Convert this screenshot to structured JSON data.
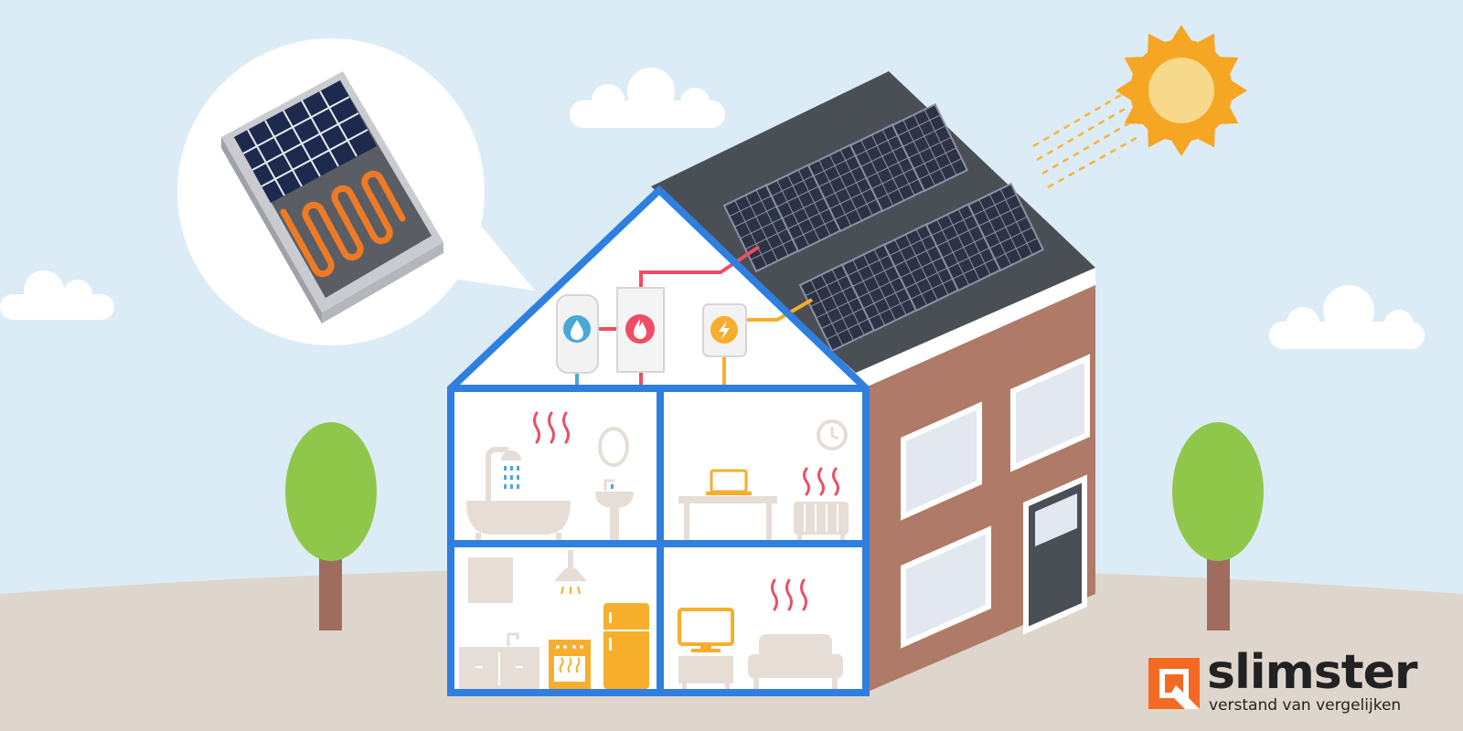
{
  "brand": {
    "name": "slimster",
    "tagline": "verstand van vergelijken"
  },
  "colors": {
    "sky": "#dcecf6",
    "ground": "#ded6cc",
    "roof": "#4a4f56",
    "brick": "#b07a68",
    "frame": "#2f7fe0",
    "accent_orange": "#f46a22",
    "sun": "#f5a623",
    "tree": "#8fc74b",
    "pipe_red": "#ef4d64",
    "pipe_yellow": "#f7ae2c",
    "water_blue": "#4aa8d8"
  },
  "icons": {
    "boiler": "water-drop-icon",
    "heater": "flame-icon",
    "inverter": "lightning-icon"
  },
  "rooms": [
    "bathroom",
    "office",
    "kitchen",
    "living-room"
  ]
}
